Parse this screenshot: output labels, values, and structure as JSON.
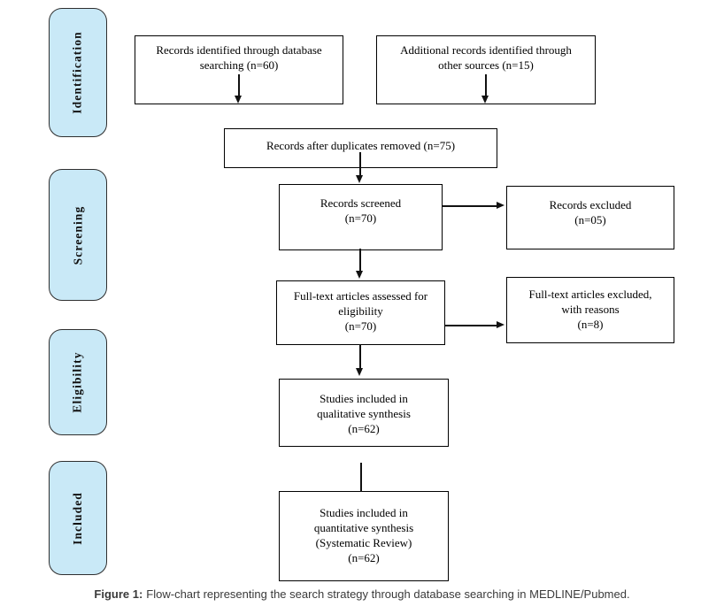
{
  "stages": [
    {
      "label": "Identification"
    },
    {
      "label": "Screening"
    },
    {
      "label": "Eligibility"
    },
    {
      "label": "Included"
    }
  ],
  "boxes": [
    {
      "name": "records-identified",
      "text": "Records identified through database\nsearching (n=60)",
      "n": 60
    },
    {
      "name": "additional-records",
      "text": "Additional records identified through\nother sources (n=15)",
      "n": 15
    },
    {
      "name": "duplicates-removed",
      "text": "Records after duplicates removed (n=75)",
      "n": 75
    },
    {
      "name": "records-screened",
      "text": "Records screened\n(n=70)",
      "n": 70
    },
    {
      "name": "records-excluded",
      "text": "Records excluded\n(n=05)",
      "n": 5
    },
    {
      "name": "fulltext-assessed",
      "text": "Full-text articles assessed for\neligibility\n(n=70)",
      "n": 70
    },
    {
      "name": "fulltext-excluded",
      "text": "Full-text articles excluded,\nwith reasons\n(n=8)",
      "n": 8
    },
    {
      "name": "qualitative-synthesis",
      "text": "Studies included in\nqualitative synthesis\n(n=62)",
      "n": 62
    },
    {
      "name": "quantitative-synthesis",
      "text": "Studies included in\nquantitative synthesis\n(Systematic Review)\n(n=62)",
      "n": 62
    }
  ],
  "caption": {
    "label": "Figure 1:",
    "text": "Flow-chart representing the search strategy through database searching in MEDLINE/Pubmed."
  },
  "colors": {
    "stage_fill": "#c9e9f7",
    "stage_border": "#2f2f2f",
    "box_border": "#000000",
    "connector": "#111111",
    "caption_text": "#3a3a3a"
  }
}
